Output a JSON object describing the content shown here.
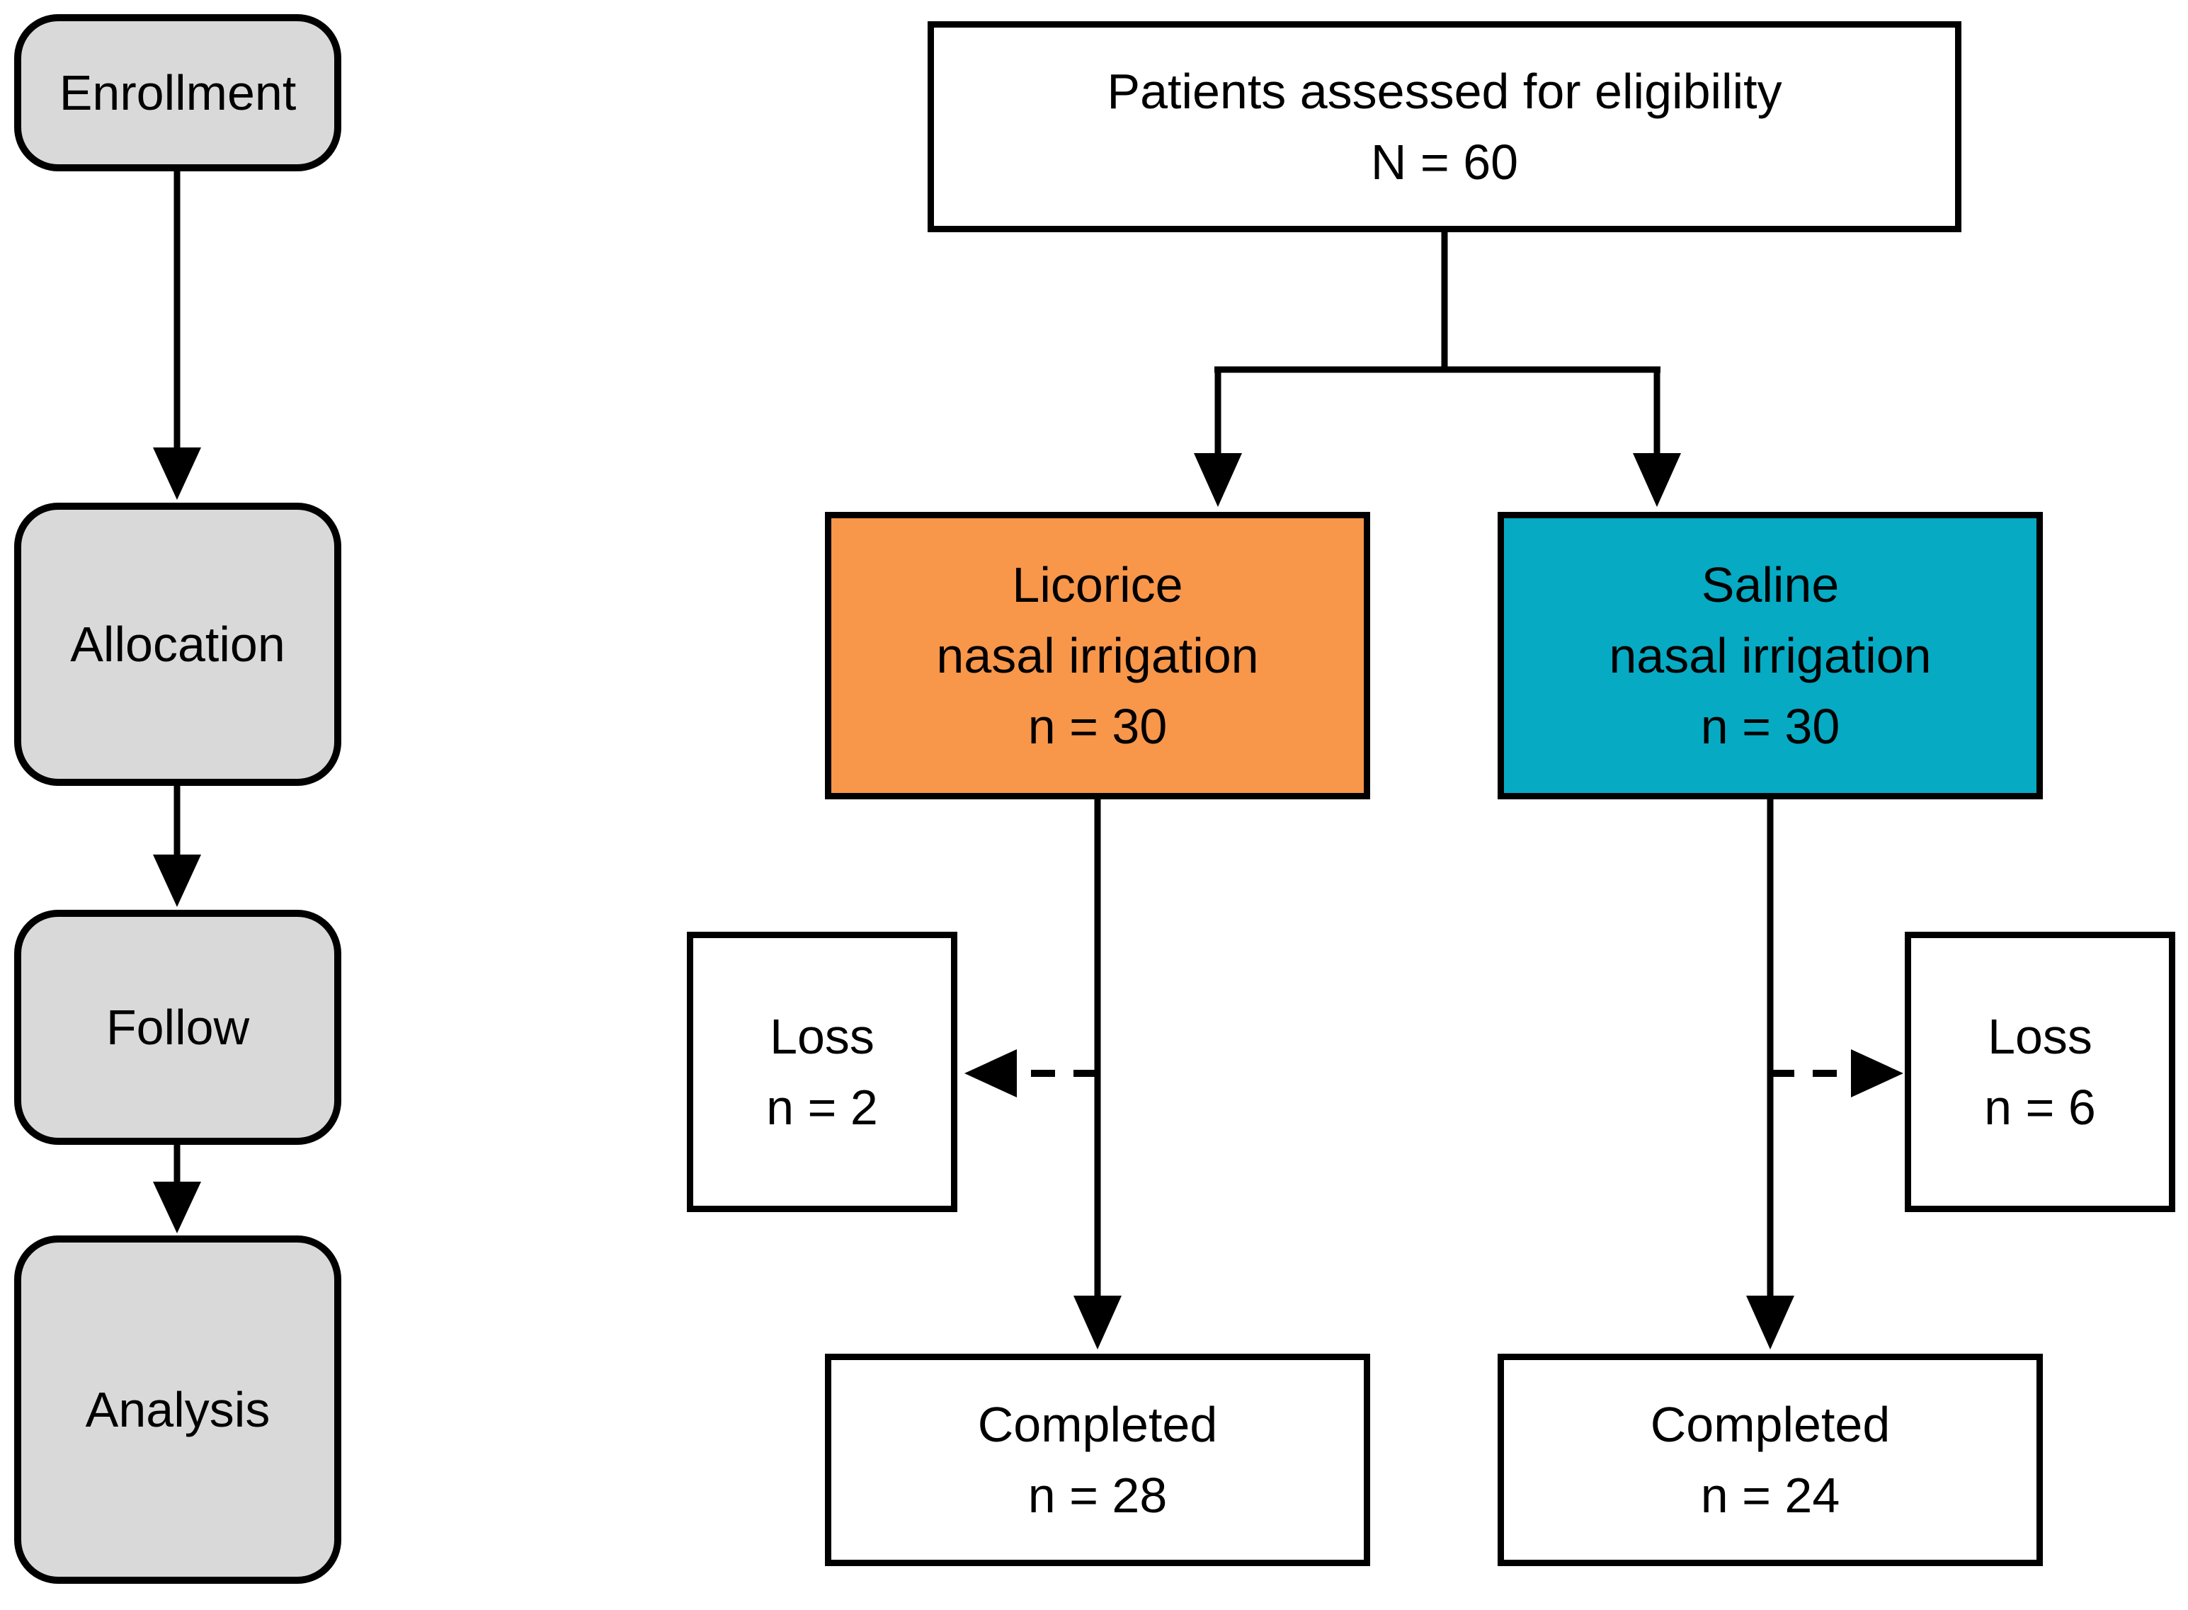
{
  "colors": {
    "background": "#FFFFFF",
    "border": "#000000",
    "text": "#000000",
    "stage_fill": "#D9D9D9",
    "licorice_fill": "#F8964A",
    "saline_fill": "#06AAC3"
  },
  "stages": [
    {
      "label": "Enrollment"
    },
    {
      "label": "Allocation"
    },
    {
      "label": "Follow"
    },
    {
      "label": "Analysis"
    }
  ],
  "eligibility": {
    "line1": "Patients assessed for eligibility",
    "line2": "N = 60"
  },
  "arms": [
    {
      "name": "licorice",
      "fill": "#F8964A",
      "line1": "Licorice",
      "line2": "nasal irrigation",
      "line3": "n = 30",
      "loss": {
        "line1": "Loss",
        "line2": "n = 2"
      },
      "completed": {
        "line1": "Completed",
        "line2": "n = 28"
      }
    },
    {
      "name": "saline",
      "fill": "#06AAC3",
      "line1": "Saline",
      "line2": "nasal irrigation",
      "line3": "n = 30",
      "loss": {
        "line1": "Loss",
        "line2": "n = 6"
      },
      "completed": {
        "line1": "Completed",
        "line2": "n = 24"
      }
    }
  ]
}
